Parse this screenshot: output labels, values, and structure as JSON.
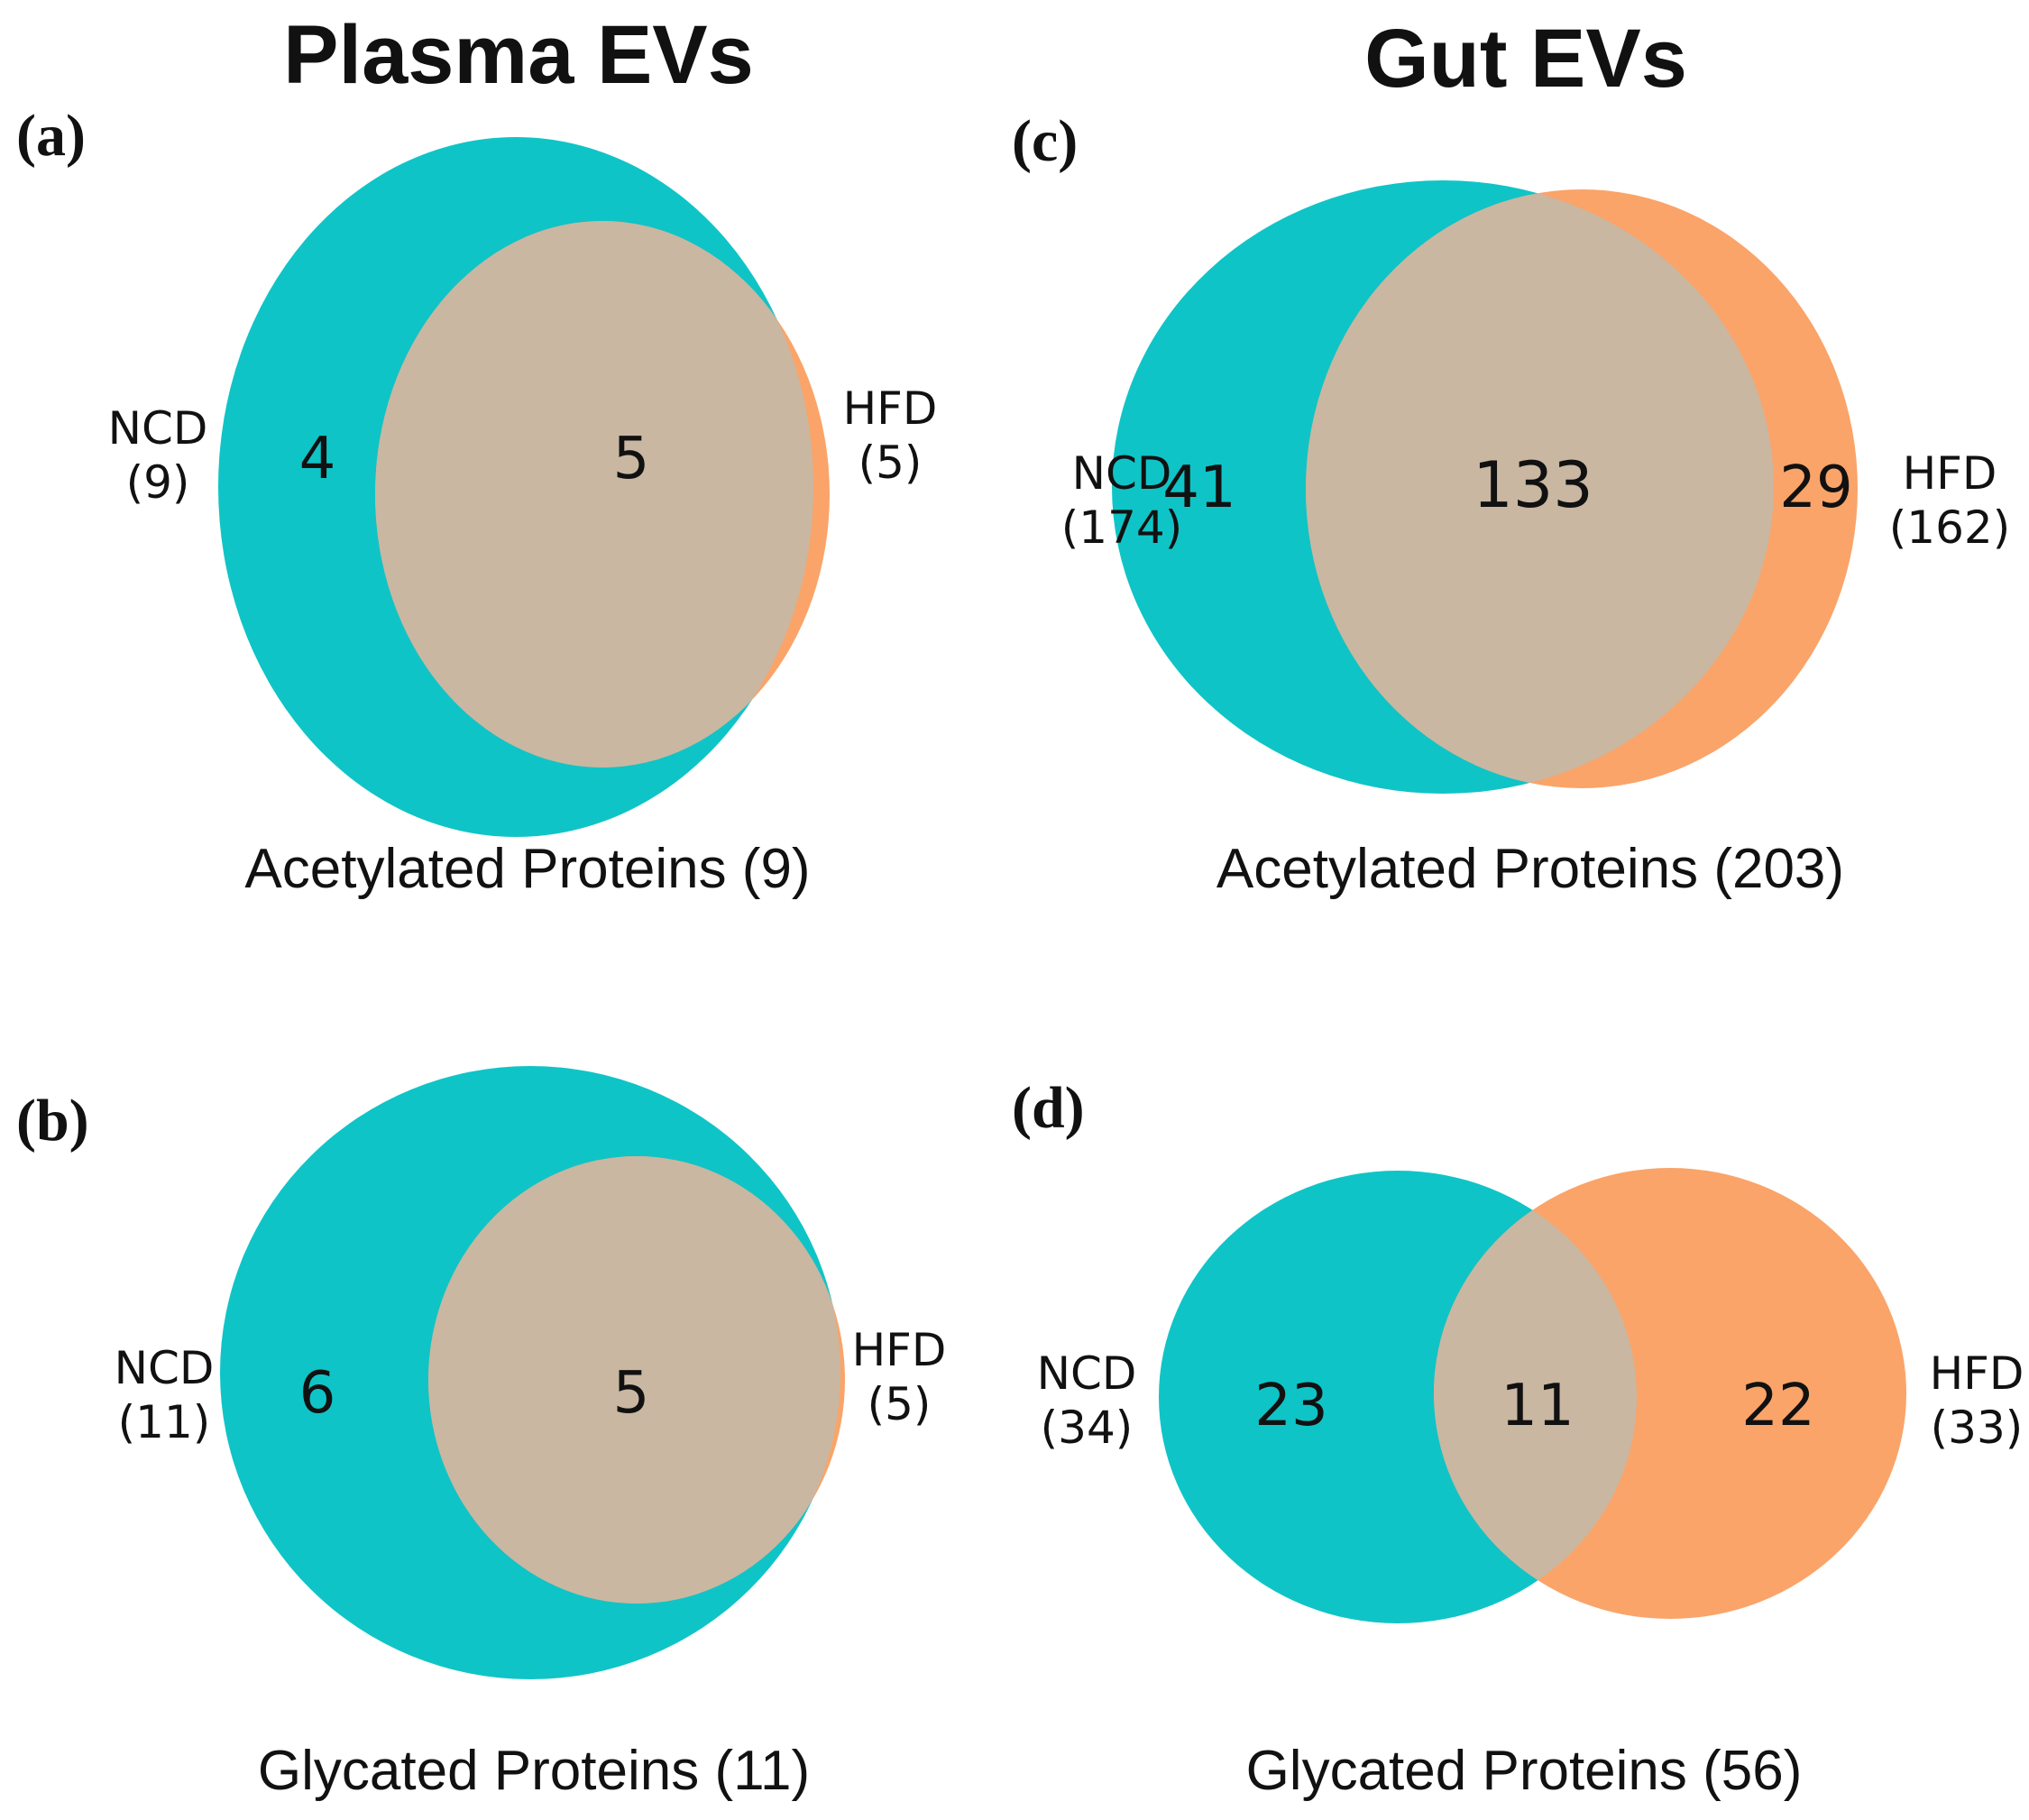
{
  "figure": {
    "titles": {
      "left": "Plasma EVs",
      "right": "Gut EVs"
    },
    "colors": {
      "ncd_teal": "#0fc4c7",
      "hfd_orange": "#faa469",
      "overlap_tan": "#c9b7a2",
      "text": "#111111",
      "background": "#ffffff"
    },
    "panels": [
      {
        "letter": "(a)",
        "left_label": "NCD",
        "left_count": "(9)",
        "right_label": "HFD",
        "right_count": "(5)",
        "left_only": "4",
        "overlap": "5",
        "caption": "Acetylated Proteins (9)"
      },
      {
        "letter": "(b)",
        "left_label": "NCD",
        "left_count": "(11)",
        "right_label": "HFD",
        "right_count": "(5)",
        "left_only": "6",
        "overlap": "5",
        "caption": "Glycated Proteins (11)"
      },
      {
        "letter": "(c)",
        "left_label": "NCD",
        "left_count": "(174)",
        "right_label": "HFD",
        "right_count": "(162)",
        "left_only": "41",
        "overlap": "133",
        "right_only": "29",
        "caption": "Acetylated Proteins (203)"
      },
      {
        "letter": "(d)",
        "left_label": "NCD",
        "left_count": "(34)",
        "right_label": "HFD",
        "right_count": "(33)",
        "left_only": "23",
        "overlap": "11",
        "right_only": "22",
        "caption": "Glycated Proteins (56)"
      }
    ]
  },
  "chart_data": [
    {
      "type": "venn",
      "panel": "a",
      "title": "Plasma EVs",
      "caption": "Acetylated Proteins (9)",
      "total": 9,
      "sets": [
        {
          "name": "NCD",
          "size": 9
        },
        {
          "name": "HFD",
          "size": 5
        }
      ],
      "regions": {
        "NCD_only": 4,
        "overlap": 5,
        "HFD_only": 0
      },
      "layout": "HFD circle nested inside NCD circle, tangent at right edge"
    },
    {
      "type": "venn",
      "panel": "b",
      "title": "Plasma EVs",
      "caption": "Glycated Proteins (11)",
      "total": 11,
      "sets": [
        {
          "name": "NCD",
          "size": 11
        },
        {
          "name": "HFD",
          "size": 5
        }
      ],
      "regions": {
        "NCD_only": 6,
        "overlap": 5,
        "HFD_only": 0
      },
      "layout": "HFD circle nested inside NCD circle, tangent at right edge"
    },
    {
      "type": "venn",
      "panel": "c",
      "title": "Gut EVs",
      "caption": "Acetylated Proteins (203)",
      "total": 203,
      "sets": [
        {
          "name": "NCD",
          "size": 174
        },
        {
          "name": "HFD",
          "size": 162
        }
      ],
      "regions": {
        "NCD_only": 41,
        "overlap": 133,
        "HFD_only": 29
      },
      "layout": "two large heavily-overlapping circles"
    },
    {
      "type": "venn",
      "panel": "d",
      "title": "Gut EVs",
      "caption": "Glycated Proteins (56)",
      "total": 56,
      "sets": [
        {
          "name": "NCD",
          "size": 34
        },
        {
          "name": "HFD",
          "size": 33
        }
      ],
      "regions": {
        "NCD_only": 23,
        "overlap": 11,
        "HFD_only": 22
      },
      "layout": "two similar circles with moderate overlap"
    }
  ]
}
